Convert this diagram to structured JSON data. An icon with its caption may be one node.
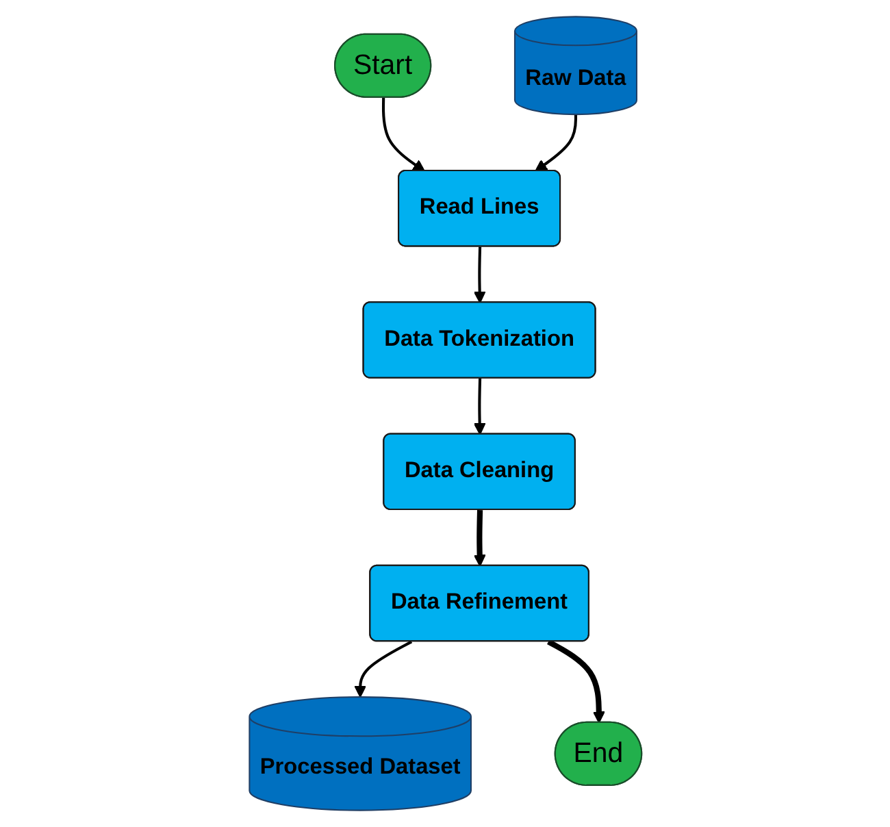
{
  "diagram": {
    "nodes": [
      {
        "text": [
          "Start"
        ]
      },
      {
        "text": [
          "Read Lines"
        ]
      },
      {
        "text": [
          "Raw Data"
        ]
      },
      {
        "text": [
          "Data Tokenization"
        ]
      },
      {
        "text": [
          "Data Cleaning"
        ]
      },
      {
        "text": [
          "Data Refinement"
        ]
      },
      {
        "text": [
          "Processed Dataset"
        ]
      },
      {
        "text": [
          "End"
        ]
      }
    ],
    "edges": [
      {
        "from": 0,
        "to": 1,
        "arrow": "to"
      },
      {
        "from": 2,
        "to": 1,
        "arrow": "to"
      },
      {
        "from": 1,
        "to": 3,
        "arrow": "to"
      },
      {
        "from": 3,
        "to": 4,
        "arrow": "to"
      },
      {
        "from": 4,
        "to": 5,
        "arrow": "to",
        "style": "thick"
      },
      {
        "from": 5,
        "to": 6,
        "arrow": "to"
      },
      {
        "from": 5,
        "to": 7,
        "arrow": "to",
        "style": "thick"
      }
    ]
  }
}
